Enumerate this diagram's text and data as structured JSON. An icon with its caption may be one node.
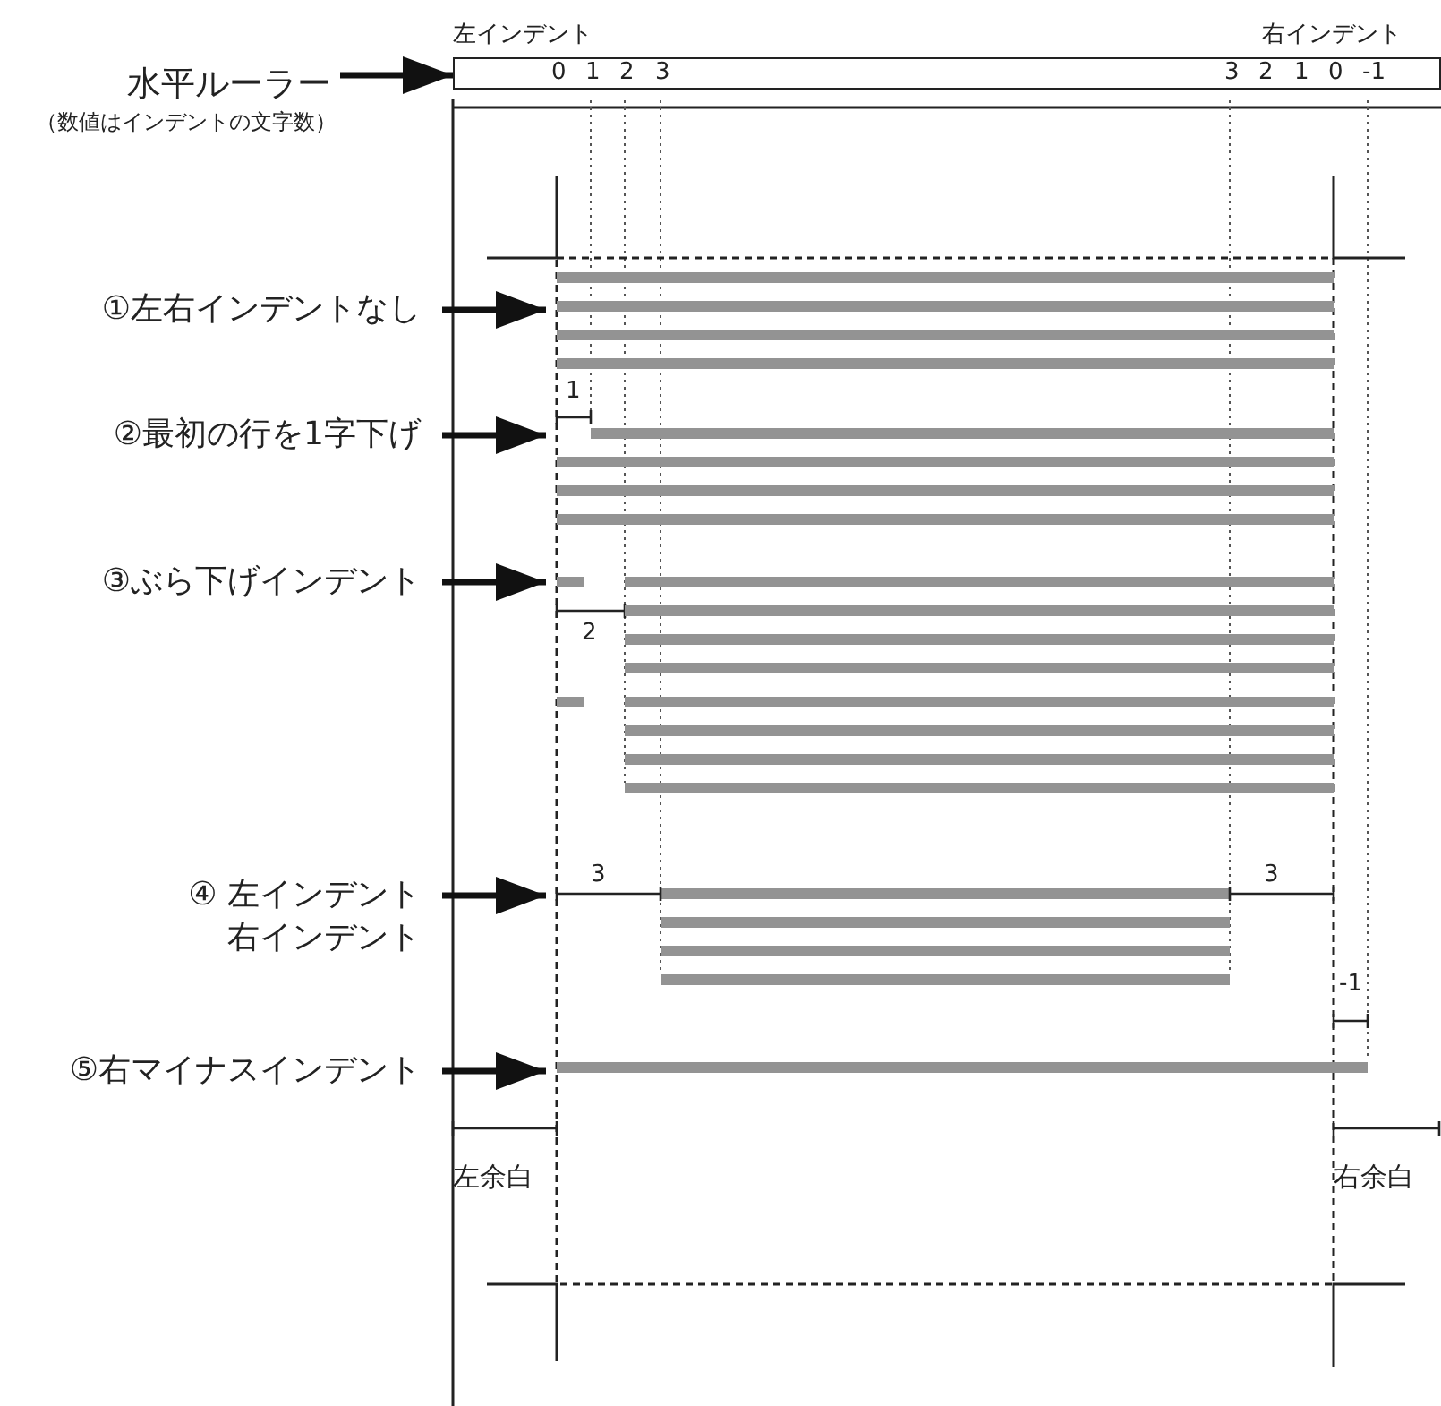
{
  "diagram": {
    "nodes": [
      {
        "text": [
          "水平ルーラー",
          "（数値はインデントの文字数）"
        ]
      },
      {
        "text": [
          "0",
          "1",
          "2",
          "3",
          "3",
          "2",
          "1",
          "0",
          "-1"
        ],
        "beside": [
          "左インデント",
          "右インデント"
        ]
      },
      {
        "text": [
          "①左右インデントなし"
        ]
      },
      {
        "text": [],
        "shape": "bar"
      },
      {
        "text": [
          "②最初の行を1字下げ"
        ]
      },
      {
        "text": [],
        "shape": "bar"
      },
      {
        "text": [
          "③ぶら下げインデント"
        ]
      },
      {
        "text": [],
        "shape": "bar"
      },
      {
        "text": [
          "④ 左インデント",
          "右インデント"
        ]
      },
      {
        "text": [],
        "shape": "bar"
      },
      {
        "text": [
          "⑤右マイナスインデント"
        ]
      },
      {
        "text": [],
        "shape": "bar"
      }
    ],
    "edges": [
      {
        "from": 0,
        "to": 1,
        "arrow": "to"
      },
      {
        "from": 2,
        "to": 3,
        "arrow": "to"
      },
      {
        "from": 4,
        "to": 5,
        "arrow": "to"
      },
      {
        "from": 6,
        "to": 7,
        "arrow": "to"
      },
      {
        "from": 8,
        "to": 9,
        "arrow": "to"
      },
      {
        "from": 10,
        "to": 11,
        "arrow": "to"
      }
    ],
    "labels": [
      "1",
      "2",
      "3",
      "3",
      "-1",
      "左余白",
      "右余白"
    ]
  }
}
